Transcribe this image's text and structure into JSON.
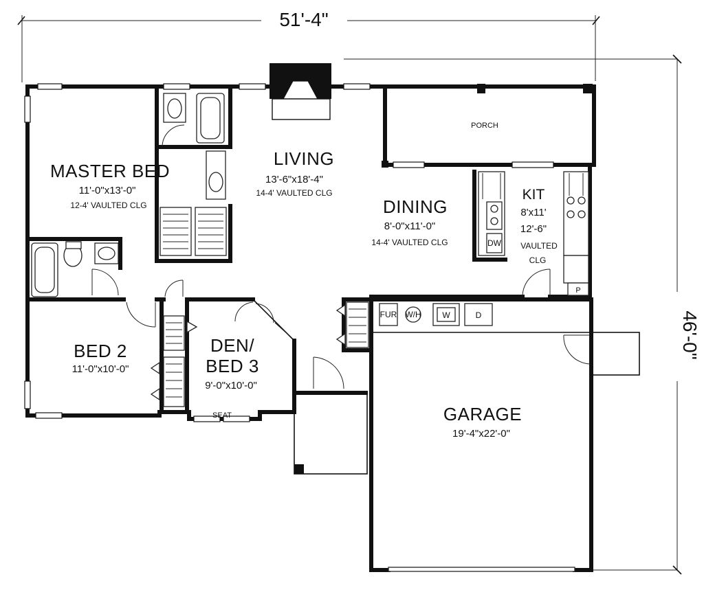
{
  "overall": {
    "width": "51'-4\"",
    "depth": "46'-0\""
  },
  "rooms": {
    "master_bed": {
      "name": "MASTER BED",
      "size": "11'-0\"x13'-0\"",
      "ceiling": "12-4' VAULTED CLG"
    },
    "living": {
      "name": "LIVING",
      "size": "13'-6\"x18'-4\"",
      "ceiling": "14-4' VAULTED CLG"
    },
    "dining": {
      "name": "DINING",
      "size": "8'-0\"x11'-0\"",
      "ceiling": "14-4' VAULTED CLG"
    },
    "kitchen": {
      "name": "KIT",
      "size": "8'x11'",
      "ceiling_height": "12'-6\"",
      "ceiling_1": "VAULTED",
      "ceiling_2": "CLG"
    },
    "bed2": {
      "name": "BED 2",
      "size": "11'-0\"x10'-0\""
    },
    "den": {
      "name_1": "DEN/",
      "name_2": "BED 3",
      "size": "9'-0\"x10'-0\""
    },
    "garage": {
      "name": "GARAGE",
      "size": "19'-4\"x22'-0\""
    },
    "porch": {
      "name": "PORCH"
    }
  },
  "labels": {
    "seat": "SEAT",
    "pantry": "P",
    "furnace": "FUR",
    "water_heater": "W/H",
    "dishwasher": "DW",
    "washer": "W",
    "dryer": "D"
  }
}
